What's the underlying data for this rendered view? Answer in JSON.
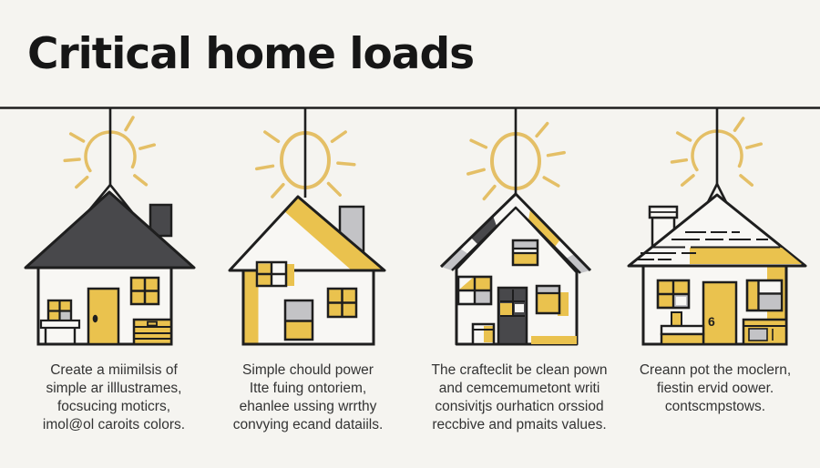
{
  "title": "Critical home loads",
  "colors": {
    "background": "#f5f4f0",
    "ink": "#1e1e1e",
    "yellow": "#eac24e",
    "dark_gray": "#48484b",
    "light_gray": "#c3c3c6",
    "sun_yellow": "#e4bf66",
    "paper": "#f8f7f4",
    "caption": "#333333"
  },
  "panels": [
    {
      "house": "dark-roof-cottage",
      "sun": "sun-arc",
      "caption_lines": 4
    },
    {
      "house": "gable-house-yellow-band",
      "sun": "sun-circle",
      "caption_lines": 4
    },
    {
      "house": "steep-gable-house",
      "sun": "sun-circle",
      "caption_lines": 4
    },
    {
      "house": "hip-roof-house",
      "sun": "sun-arc",
      "door_number": "6",
      "caption_lines": 3
    }
  ],
  "captions": [
    [
      "Create a miimilsis of",
      "simple ar illlustrames,",
      "focsucing moticrs,",
      "imol@ol caroits colors."
    ],
    [
      "Simple chould power",
      "Itte fuing ontoriem,",
      "ehanlee ussing wrrthy",
      "convying ecand dataiils."
    ],
    [
      "The crafteclit be clean pown",
      "and cemcemumetont writi",
      "consivitjs ourhaticn orssiod",
      "reccbive and pmaits values."
    ],
    [
      "Creann pot the moclern,",
      "fiestin ervid oower.",
      "contscmpstows."
    ]
  ]
}
